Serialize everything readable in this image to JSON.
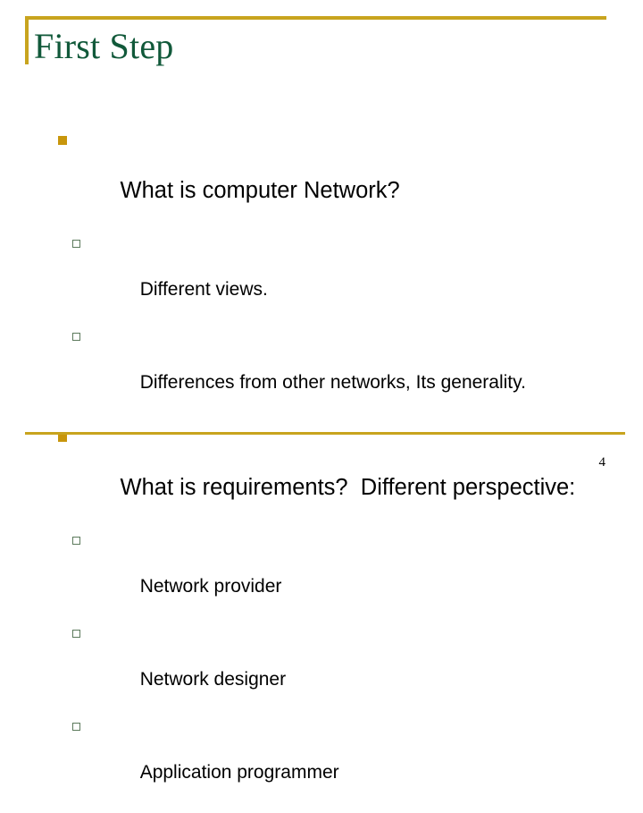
{
  "slide": {
    "title": "First Step",
    "page_number": "4",
    "theme": {
      "background": "#ffffff",
      "title_color": "#11593a",
      "accent_gold": "#c8a41e",
      "bullet_level1_color": "#c8960c",
      "bullet_level2_outline": "#5c7a5c",
      "body_text_color": "#000000"
    },
    "decorations": {
      "title_rule_top_name": "title-top-rule",
      "title_rule_left_name": "title-left-rule",
      "footer_rule_name": "footer-rule"
    },
    "content": [
      {
        "level": 1,
        "bullet": "filled-square-bullet",
        "text": "What is computer Network?",
        "children": [
          {
            "level": 2,
            "bullet": "hollow-square-bullet",
            "text": "Different views."
          },
          {
            "level": 2,
            "bullet": "hollow-square-bullet",
            "text": "Differences from other networks, Its generality."
          }
        ]
      },
      {
        "level": 1,
        "bullet": "filled-square-bullet",
        "text": "What is requirements?  Different perspective:",
        "children": [
          {
            "level": 2,
            "bullet": "hollow-square-bullet",
            "text": "Network provider"
          },
          {
            "level": 2,
            "bullet": "hollow-square-bullet",
            "text": "Network designer"
          },
          {
            "level": 2,
            "bullet": "hollow-square-bullet",
            "text": "Application programmer"
          }
        ]
      }
    ]
  }
}
